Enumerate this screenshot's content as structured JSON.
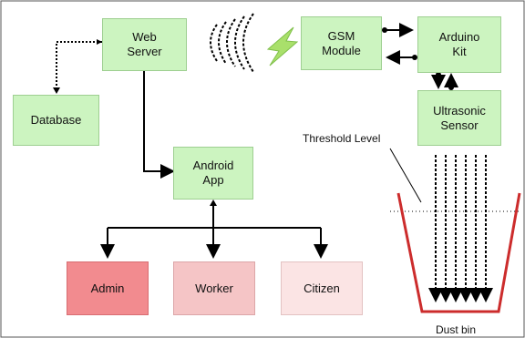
{
  "nodes": {
    "web_server": "Web\nServer",
    "database": "Database",
    "gsm_module": "GSM\nModule",
    "arduino_kit": "Arduino\nKit",
    "ultrasonic_sensor": "Ultrasonic\nSensor",
    "android_app": "Android\nApp",
    "admin": "Admin",
    "worker": "Worker",
    "citizen": "Citizen"
  },
  "labels": {
    "threshold_level": "Threshold Level",
    "dust_bin": "Dust bin"
  },
  "colors": {
    "green_node": "#ccf4c0",
    "admin": "#f28b8f",
    "worker": "#f5c5c6",
    "citizen": "#fbe4e4",
    "bin_outline": "#cc2c2c",
    "signal": "#a9e06b"
  }
}
